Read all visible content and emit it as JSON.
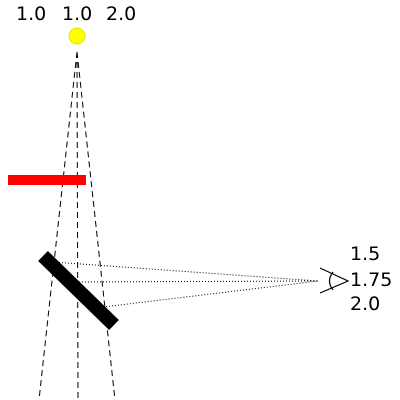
{
  "top_labels": [
    "1.0",
    "1.0",
    "2.0"
  ],
  "right_labels": [
    "1.5",
    "1.75",
    "2.0"
  ],
  "colors": {
    "light_source": "#ffff00",
    "light_outline": "#e6e600",
    "barrier": "#ff0000",
    "mirror": "#000000",
    "lines": "#000000",
    "background": "#ffffff"
  },
  "icons": {
    "light_source": "yellow-circle",
    "eye": "eye-icon"
  }
}
